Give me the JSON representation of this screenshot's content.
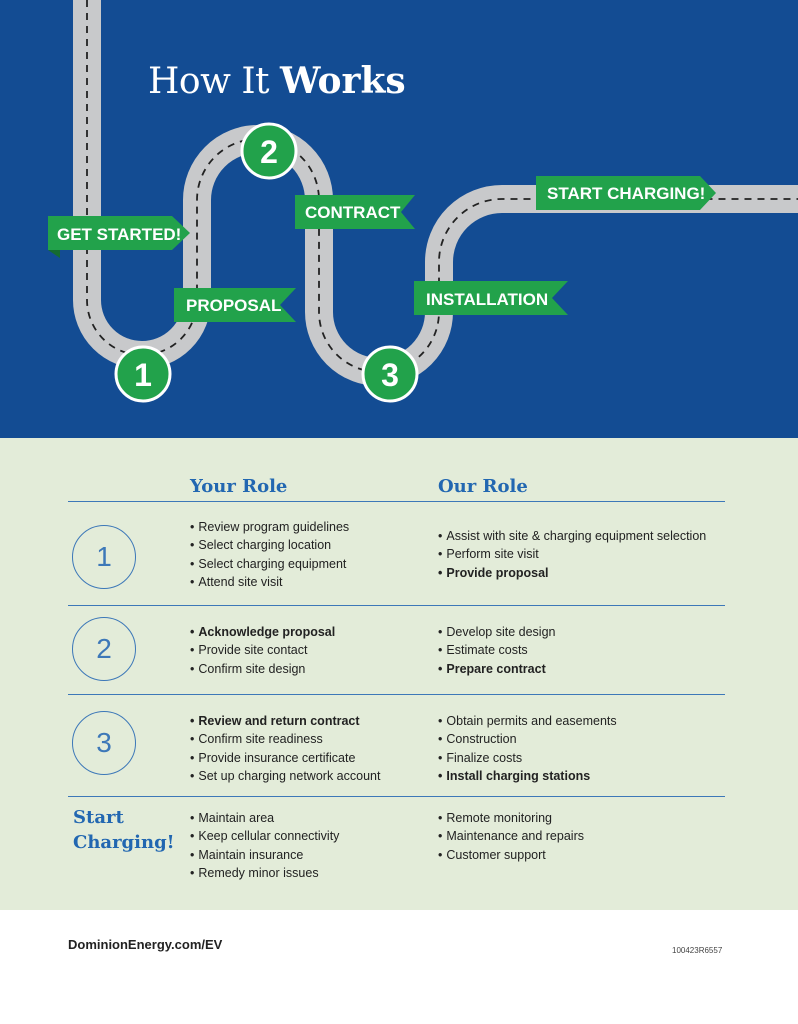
{
  "hero": {
    "title_light": "How It ",
    "title_bold": "Works",
    "flags": {
      "get_started": "GET STARTED!",
      "proposal": "PROPOSAL",
      "contract": "CONTRACT",
      "installation": "INSTALLATION",
      "start_charging": "START CHARGING!"
    },
    "markers": [
      "1",
      "2",
      "3"
    ]
  },
  "table": {
    "your_role_header": "Your Role",
    "our_role_header": "Our Role",
    "rows": [
      {
        "step": "1",
        "your_role": [
          {
            "text": "Review program guidelines",
            "bold": false
          },
          {
            "text": "Select charging location",
            "bold": false
          },
          {
            "text": "Select charging equipment",
            "bold": false
          },
          {
            "text": "Attend site visit",
            "bold": false
          }
        ],
        "our_role": [
          {
            "text": "Assist with site & charging equipment selection",
            "bold": false
          },
          {
            "text": "Perform site visit",
            "bold": false
          },
          {
            "text": "Provide proposal",
            "bold": true
          }
        ]
      },
      {
        "step": "2",
        "your_role": [
          {
            "text": "Acknowledge proposal",
            "bold": true
          },
          {
            "text": "Provide site contact",
            "bold": false
          },
          {
            "text": "Confirm site design",
            "bold": false
          }
        ],
        "our_role": [
          {
            "text": "Develop site design",
            "bold": false
          },
          {
            "text": "Estimate costs",
            "bold": false
          },
          {
            "text": "Prepare contract",
            "bold": true
          }
        ]
      },
      {
        "step": "3",
        "your_role": [
          {
            "text": "Review and return contract",
            "bold": true
          },
          {
            "text": "Confirm site readiness",
            "bold": false
          },
          {
            "text": "Provide insurance certificate",
            "bold": false
          },
          {
            "text": "Set up charging network account",
            "bold": false
          }
        ],
        "our_role": [
          {
            "text": "Obtain permits and easements",
            "bold": false
          },
          {
            "text": "Construction",
            "bold": false
          },
          {
            "text": "Finalize costs",
            "bold": false
          },
          {
            "text": "Install charging stations",
            "bold": true
          }
        ]
      },
      {
        "step": "Start Charging!",
        "your_role": [
          {
            "text": "Maintain area",
            "bold": false
          },
          {
            "text": "Keep cellular connectivity",
            "bold": false
          },
          {
            "text": "Maintain insurance",
            "bold": false
          },
          {
            "text": "Remedy minor issues",
            "bold": false
          }
        ],
        "our_role": [
          {
            "text": "Remote monitoring",
            "bold": false
          },
          {
            "text": "Maintenance and repairs",
            "bold": false
          },
          {
            "text": "Customer support",
            "bold": false
          }
        ]
      }
    ]
  },
  "footer": {
    "url": "DominionEnergy.com/EV",
    "code": "100423R6557"
  },
  "colors": {
    "hero_bg": "#134c93",
    "road": "#c8c9cb",
    "flag_green": "#22a24b",
    "panel_bg": "#e3ecd9",
    "accent_blue": "#2267b1"
  }
}
